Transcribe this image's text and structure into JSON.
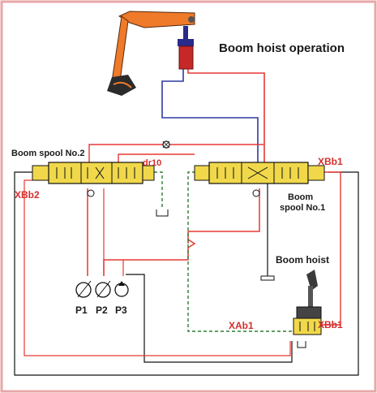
{
  "title": "Boom hoist operation",
  "labels": {
    "boom_spool_2": "Boom spool No.2",
    "dr10": "dr10",
    "xbb1_top": "XBb1",
    "xbb2": "XBb2",
    "boom_spool_1_line1": "Boom",
    "boom_spool_1_line2": "spool No.1",
    "boom_hoist": "Boom hoist",
    "p1": "P1",
    "p2": "P2",
    "p3": "P3",
    "xab1": "XAb1",
    "xbb1_bottom": "XBb1"
  },
  "colors": {
    "frame_border": "#e8a7a7",
    "pressure_line": "#e53935",
    "return_line": "#2f3aa0",
    "pilot_line": "#2e7d32",
    "drain_line": "#111111",
    "spool_body": "#f0d84a",
    "boom_arm": "#ee7a2a",
    "cylinder_rod": "#2a2a8a",
    "cylinder_barrel": "#c62828",
    "label_red": "#d32f2f",
    "label_dark": "#1a1a1a"
  },
  "icons": [
    "excavator-boom-icon",
    "boom-cylinder-icon",
    "spool-valve-icon",
    "pump-icon",
    "joystick-icon",
    "tank-icon",
    "check-valve-icon"
  ]
}
